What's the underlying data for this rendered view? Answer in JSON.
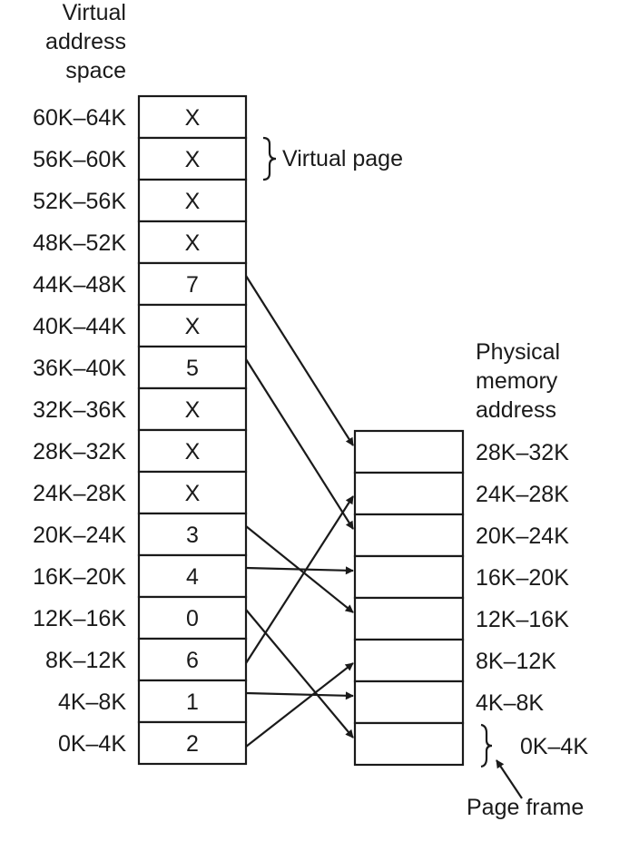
{
  "virtual_space": {
    "title_lines": [
      "Virtual",
      "address",
      "space"
    ],
    "pages": [
      {
        "range": "60K–64K",
        "entry": "X"
      },
      {
        "range": "56K–60K",
        "entry": "X"
      },
      {
        "range": "52K–56K",
        "entry": "X"
      },
      {
        "range": "48K–52K",
        "entry": "X"
      },
      {
        "range": "44K–48K",
        "entry": "7"
      },
      {
        "range": "40K–44K",
        "entry": "X"
      },
      {
        "range": "36K–40K",
        "entry": "5"
      },
      {
        "range": "32K–36K",
        "entry": "X"
      },
      {
        "range": "28K–32K",
        "entry": "X"
      },
      {
        "range": "24K–28K",
        "entry": "X"
      },
      {
        "range": "20K–24K",
        "entry": "3"
      },
      {
        "range": "16K–20K",
        "entry": "4"
      },
      {
        "range": "12K–16K",
        "entry": "0"
      },
      {
        "range": "8K–12K",
        "entry": "6"
      },
      {
        "range": "4K–8K",
        "entry": "1"
      },
      {
        "range": "0K–4K",
        "entry": "2"
      }
    ]
  },
  "physical_memory": {
    "title_lines": [
      "Physical",
      "memory",
      "address"
    ],
    "frames": [
      "28K–32K",
      "24K–28K",
      "20K–24K",
      "16K–20K",
      "12K–16K",
      "8K–12K",
      "4K–8K",
      "0K–4K"
    ]
  },
  "annotations": {
    "virtual_page": "Virtual page",
    "page_frame": "Page frame"
  },
  "colors": {
    "ink": "#1a1a1a",
    "background": "#ffffff"
  }
}
